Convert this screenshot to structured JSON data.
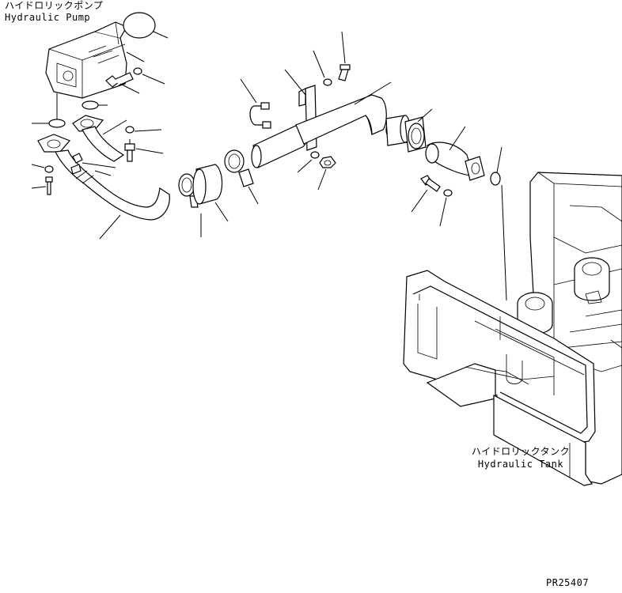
{
  "labels": {
    "pump_jp": "ハイドロリックポンプ",
    "pump_en": "Hydraulic Pump",
    "tank_jp": "ハイドロリックタンク",
    "tank_en": "Hydraulic Tank",
    "ref_code": "PR25407"
  },
  "colors": {
    "line": "#000000",
    "background": "#ffffff"
  }
}
